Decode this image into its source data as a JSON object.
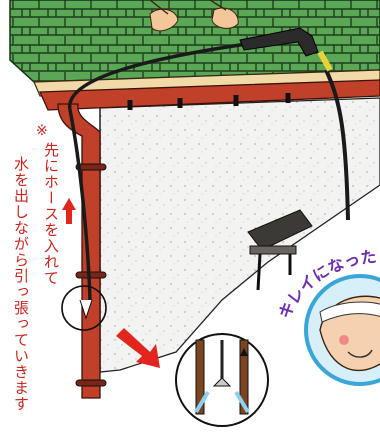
{
  "note": {
    "mark": "※",
    "line1": "先にホースを入れて",
    "line2": "水を出しながら引っ張っていきます"
  },
  "callout": {
    "text": "キレイになった"
  },
  "colors": {
    "roof": "#4e9a4a",
    "gutter": "#c0402a",
    "wall": "#f4f4f4",
    "arrow": "#e0261d",
    "text": "#c8261f",
    "callout_text": "#6b2fb0",
    "badge": "#3aa6d8"
  }
}
